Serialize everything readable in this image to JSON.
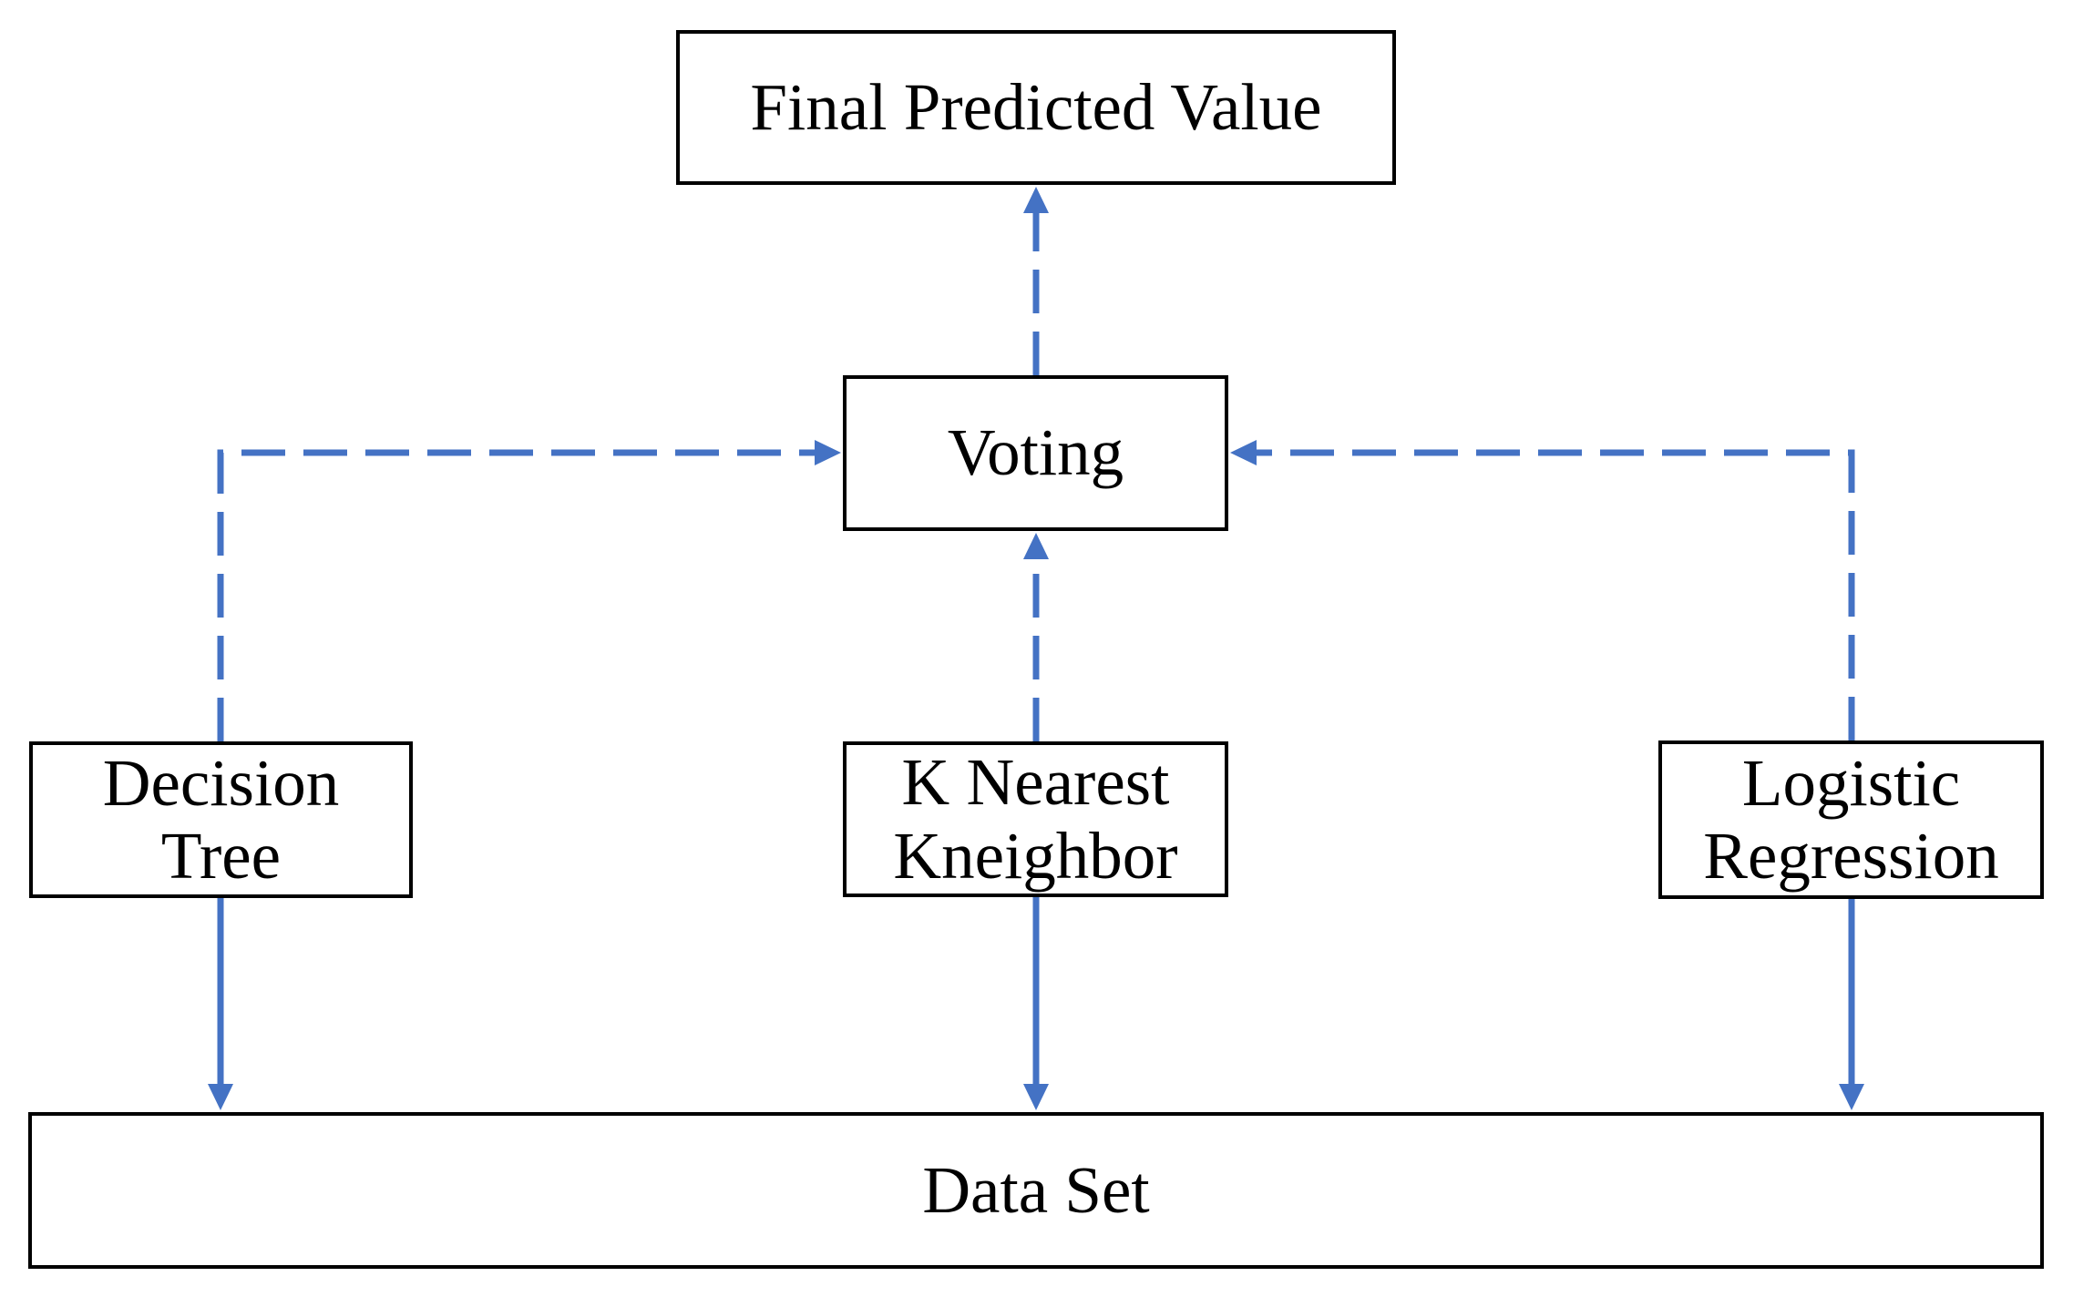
{
  "nodes": {
    "final_predicted_value": {
      "label": "Final Predicted Value"
    },
    "voting": {
      "label": "Voting"
    },
    "decision_tree": {
      "label": "Decision Tree"
    },
    "k_nearest_kneighbor": {
      "label": "K Nearest Kneighbor"
    },
    "logistic_regression": {
      "label": "Logistic Regression"
    },
    "data_set": {
      "label": "Data Set"
    }
  },
  "edges": [
    {
      "from": "voting",
      "to": "final_predicted_value",
      "style": "dashed",
      "direction": "up"
    },
    {
      "from": "decision_tree",
      "to": "voting",
      "style": "dashed",
      "direction": "up-then-right"
    },
    {
      "from": "k_nearest_kneighbor",
      "to": "voting",
      "style": "dashed",
      "direction": "up"
    },
    {
      "from": "logistic_regression",
      "to": "voting",
      "style": "dashed",
      "direction": "up-then-left"
    },
    {
      "from": "decision_tree",
      "to": "data_set",
      "style": "solid",
      "direction": "down"
    },
    {
      "from": "k_nearest_kneighbor",
      "to": "data_set",
      "style": "solid",
      "direction": "down"
    },
    {
      "from": "logistic_regression",
      "to": "data_set",
      "style": "solid",
      "direction": "down"
    }
  ],
  "colors": {
    "arrow_blue": "#4472C4",
    "box_border": "#000000",
    "box_fill": "#FFFFFF",
    "text": "#000000",
    "background": "#FFFFFF"
  }
}
